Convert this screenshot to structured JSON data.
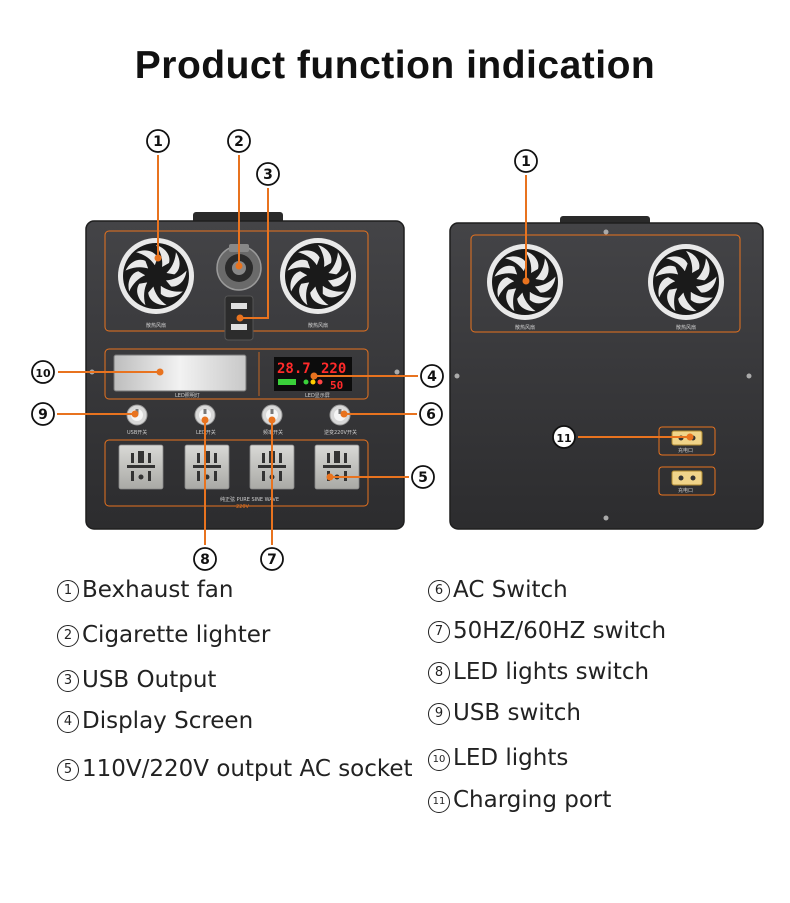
{
  "title": "Product function indication",
  "callouts": {
    "c1": "1",
    "c2": "2",
    "c3": "3",
    "c4": "4",
    "c5": "5",
    "c6": "6",
    "c7": "7",
    "c8": "8",
    "c9": "9",
    "c10": "10",
    "c11": "11",
    "c1b": "1"
  },
  "display": {
    "left_value": "28.7",
    "right_value": "220",
    "freq_value": "50"
  },
  "panel_labels": {
    "fan_left": "散热风扇",
    "fan_right": "散热风扇",
    "led_light": "LED照明灯",
    "led_display": "LED显示屏",
    "usb_switch": "USB开关",
    "led_switch": "LED开关",
    "hz_switch": "频率开关",
    "ac_switch": "逆变220V开关",
    "socket_note": "纯正弦 PURE SINE WAVE",
    "socket_voltage": "220V",
    "back_fan_left": "散热风扇",
    "back_fan_right": "散热风扇",
    "charge_port_1": "充电口",
    "charge_port_2": "充电口"
  },
  "legend_left": [
    {
      "num": "1",
      "text": "Bexhaust fan"
    },
    {
      "num": "2",
      "text": "Cigarette lighter"
    },
    {
      "num": "3",
      "text": "USB Output"
    },
    {
      "num": "4",
      "text": "Display Screen"
    },
    {
      "num": "5",
      "text": "110V/220V output AC socket"
    }
  ],
  "legend_right": [
    {
      "num": "6",
      "text": "AC Switch"
    },
    {
      "num": "7",
      "text": "50HZ/60HZ switch"
    },
    {
      "num": "8",
      "text": "LED lights switch"
    },
    {
      "num": "9",
      "text": "USB switch"
    },
    {
      "num": "10",
      "text": "LED lights"
    },
    {
      "num": "11",
      "text": "Charging port"
    }
  ],
  "colors": {
    "accent": "#e8731f",
    "panel": "#3a3a3c",
    "panel_edge": "#555558"
  }
}
